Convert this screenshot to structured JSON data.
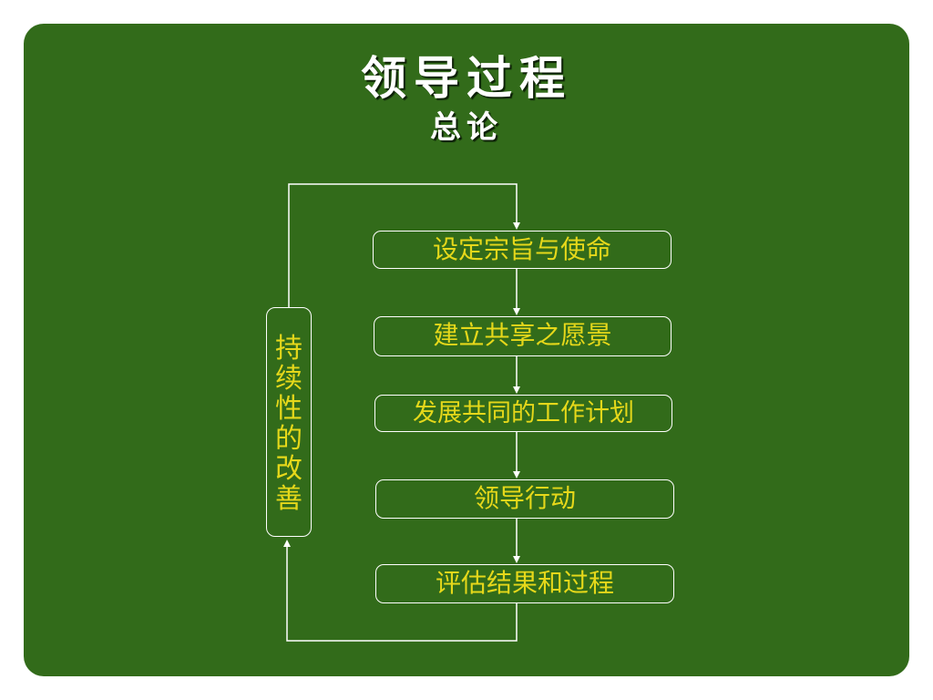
{
  "title": "领导过程",
  "subtitle": "总论",
  "steps": [
    {
      "label": "设定宗旨与使命"
    },
    {
      "label": "建立共享之愿景"
    },
    {
      "label": "发展共同的工作计划"
    },
    {
      "label": "领导行动"
    },
    {
      "label": "评估结果和过程"
    }
  ],
  "loop_box": {
    "chars": [
      "持",
      "续",
      "性",
      "的",
      "改",
      "善"
    ]
  },
  "colors": {
    "background": "#326b1a",
    "title": "#ffffff",
    "step_text": "#e6d81a",
    "lines": "#ffffff"
  }
}
